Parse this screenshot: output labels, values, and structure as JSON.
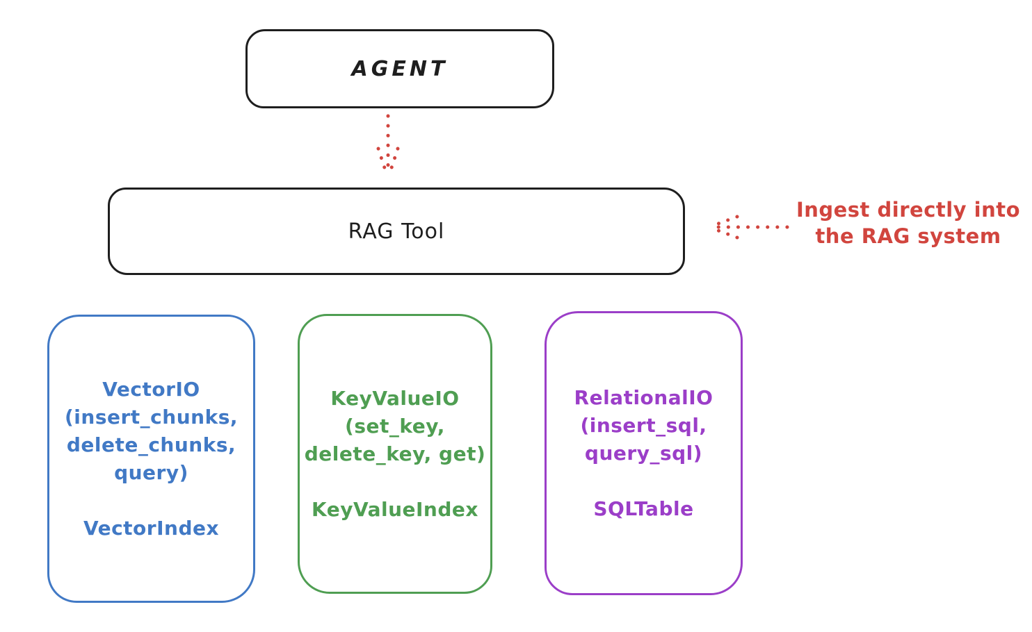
{
  "agent_box": {
    "label": "AGENT"
  },
  "rag_tool_box": {
    "label": "RAG Tool"
  },
  "flow_arrow": {
    "name": "agent-to-rag-tool",
    "style": "dotted",
    "color": "#d1453e"
  },
  "annotation": {
    "line1": "Ingest directly into",
    "line2": "the RAG system",
    "arrow_style": "dotted",
    "color": "#d1453e"
  },
  "io_boxes": [
    {
      "title": "VectorIO",
      "signature_lines": [
        "(insert_chunks,",
        "delete_chunks,",
        "query)"
      ],
      "index_label": "VectorIndex",
      "color": "#4179c5"
    },
    {
      "title": "KeyValueIO",
      "signature_lines": [
        "(set_key,",
        "delete_key, get)"
      ],
      "index_label": "KeyValueIndex",
      "color": "#4f9e52"
    },
    {
      "title": "RelationalIO",
      "signature_lines": [
        "(insert_sql,",
        "query_sql)"
      ],
      "index_label": "SQLTable",
      "color": "#9b3ec8"
    }
  ],
  "colors": {
    "ink": "#1e1e1e",
    "red": "#d1453e",
    "blue": "#4179c5",
    "green": "#4f9e52",
    "purple": "#9b3ec8",
    "background": "#ffffff"
  }
}
